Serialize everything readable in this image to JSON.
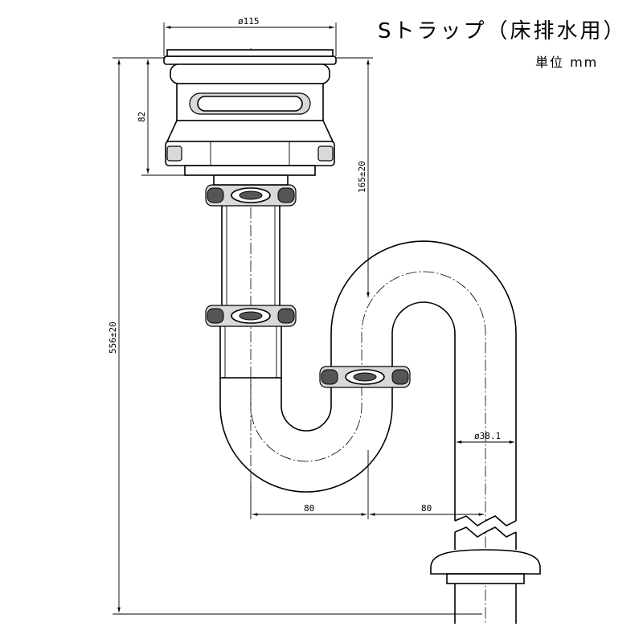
{
  "title": "Sトラップ（床排水用）",
  "unit_label": "単位 mm",
  "dimensions": {
    "top_diameter": "ø115",
    "body_height": "82",
    "drain_to_trap": "165±20",
    "total_height": "556±20",
    "pipe_diameter": "ø38.1",
    "offset_left": "80",
    "offset_right": "80"
  }
}
